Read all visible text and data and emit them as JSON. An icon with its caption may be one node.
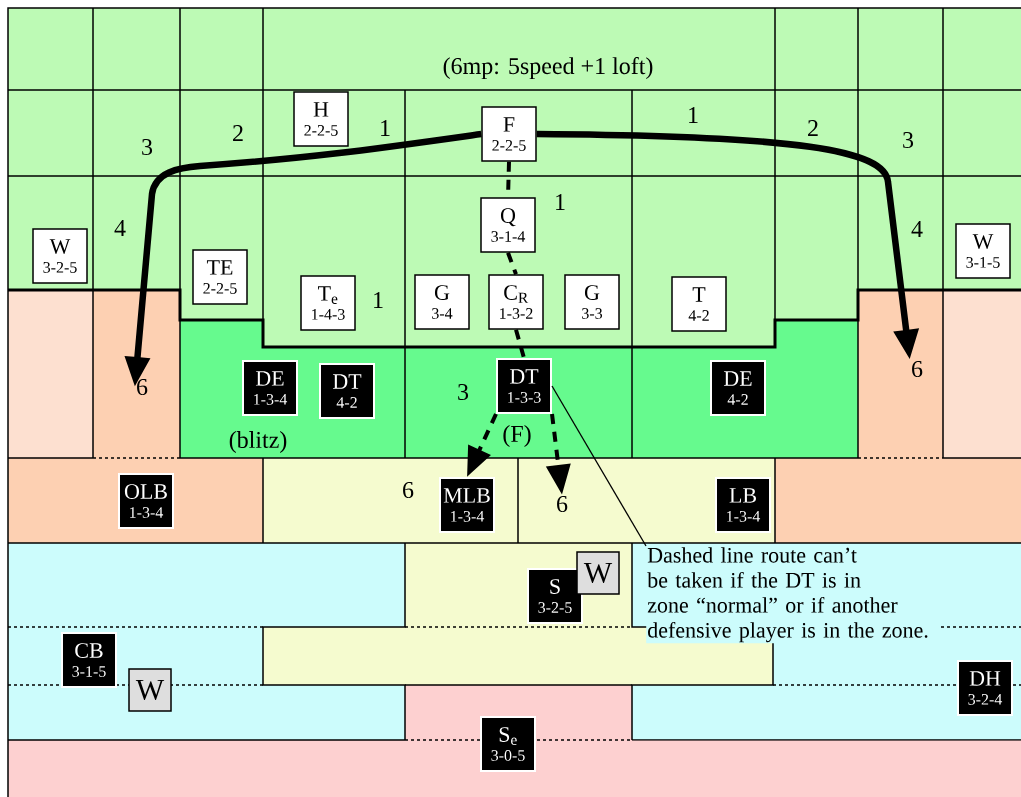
{
  "diagram": {
    "nodes": [
      {
        "text": [
          "H",
          "2-2-5"
        ]
      },
      {
        "text": [
          "F",
          "2-2-5"
        ]
      },
      {
        "text": [
          "Q",
          "3-1-4"
        ]
      },
      {
        "text": [
          "W",
          "3-2-5"
        ]
      },
      {
        "text": [
          "TE",
          "2-2-5"
        ]
      },
      {
        "text": [
          "W",
          "3-1-5"
        ]
      },
      {
        "text": [
          "T$_{e}$",
          "1-4-3"
        ]
      },
      {
        "text": [
          "G",
          "3-4"
        ]
      },
      {
        "text": [
          "C$_{R}$",
          "1-3-2"
        ]
      },
      {
        "text": [
          "G",
          "3-3"
        ]
      },
      {
        "text": [
          "T",
          "4-2"
        ]
      },
      {
        "text": [
          "DE",
          "1-3-4"
        ]
      },
      {
        "text": [
          "DT",
          "4-2"
        ]
      },
      {
        "text": [
          "DT",
          "1-3-3"
        ]
      },
      {
        "text": [
          "DE",
          "4-2"
        ]
      },
      {
        "text": [
          "OLB",
          "1-3-4"
        ]
      },
      {
        "text": [
          "MLB",
          "1-3-4"
        ]
      },
      {
        "text": [
          "LB",
          "1-3-4"
        ]
      },
      {
        "text": [
          "Dashed line route can’t be taken if the DT is in zone “normal” or if another defensive player is in the zone."
        ]
      },
      {
        "text": [
          "S",
          "3-2-5"
        ]
      },
      {
        "text": [
          "W"
        ]
      },
      {
        "text": [
          "CB",
          "3-1-5"
        ]
      },
      {
        "text": [
          "W"
        ]
      },
      {
        "text": [
          "DH",
          "3-2-4"
        ]
      },
      {
        "text": [
          "S$_{e}$",
          "3-0-5"
        ]
      },
      {
        "text": [
          "6"
        ]
      },
      {
        "text": [
          "6"
        ]
      },
      {
        "text": [
          "6"
        ]
      }
    ],
    "edges": [
      {
        "from": 1,
        "to": 25,
        "arrow": "to"
      },
      {
        "from": 1,
        "to": 26,
        "arrow": "to"
      },
      {
        "from": 1,
        "to": 2,
        "arrow": "none",
        "style": "dashed"
      },
      {
        "from": 2,
        "to": 8,
        "arrow": "none",
        "style": "dashed"
      },
      {
        "from": 8,
        "to": 13,
        "arrow": "none",
        "style": "dashed"
      },
      {
        "from": 13,
        "to": 16,
        "arrow": "to",
        "style": "dashed"
      },
      {
        "from": 13,
        "to": 27,
        "arrow": "to",
        "style": "dashed"
      },
      {
        "from": 18,
        "to": 13,
        "arrow": "none"
      }
    ],
    "labels": [
      "(6mp: 5speed +1 loft)",
      "3",
      "2",
      "1",
      "1",
      "2",
      "3",
      "1",
      "4",
      "4",
      "1",
      "3",
      "(blitz)",
      "(F)",
      "6"
    ]
  }
}
